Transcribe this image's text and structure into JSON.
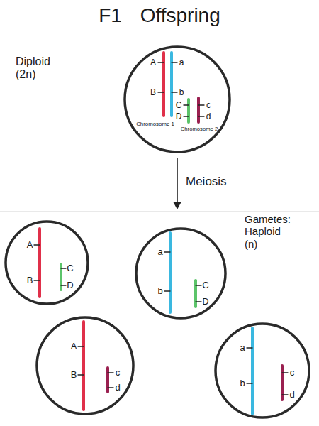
{
  "diagram": {
    "title": "F1 Offspring",
    "nodes": [
      {
        "text": [
          "A",
          "a",
          "B",
          "b",
          "C",
          "c",
          "D",
          "d",
          "Chromosome 1",
          "Chromosome 2"
        ]
      },
      {
        "text": [
          "A",
          "B",
          "C",
          "D"
        ]
      },
      {
        "text": [
          "a",
          "b",
          "C",
          "D"
        ]
      },
      {
        "text": [
          "A",
          "B",
          "c",
          "d"
        ]
      },
      {
        "text": [
          "a",
          "b",
          "c",
          "d"
        ]
      }
    ],
    "labels": [
      "Diploid (2n)",
      "Meiosis",
      "Gametes: Haploid (n)"
    ]
  }
}
